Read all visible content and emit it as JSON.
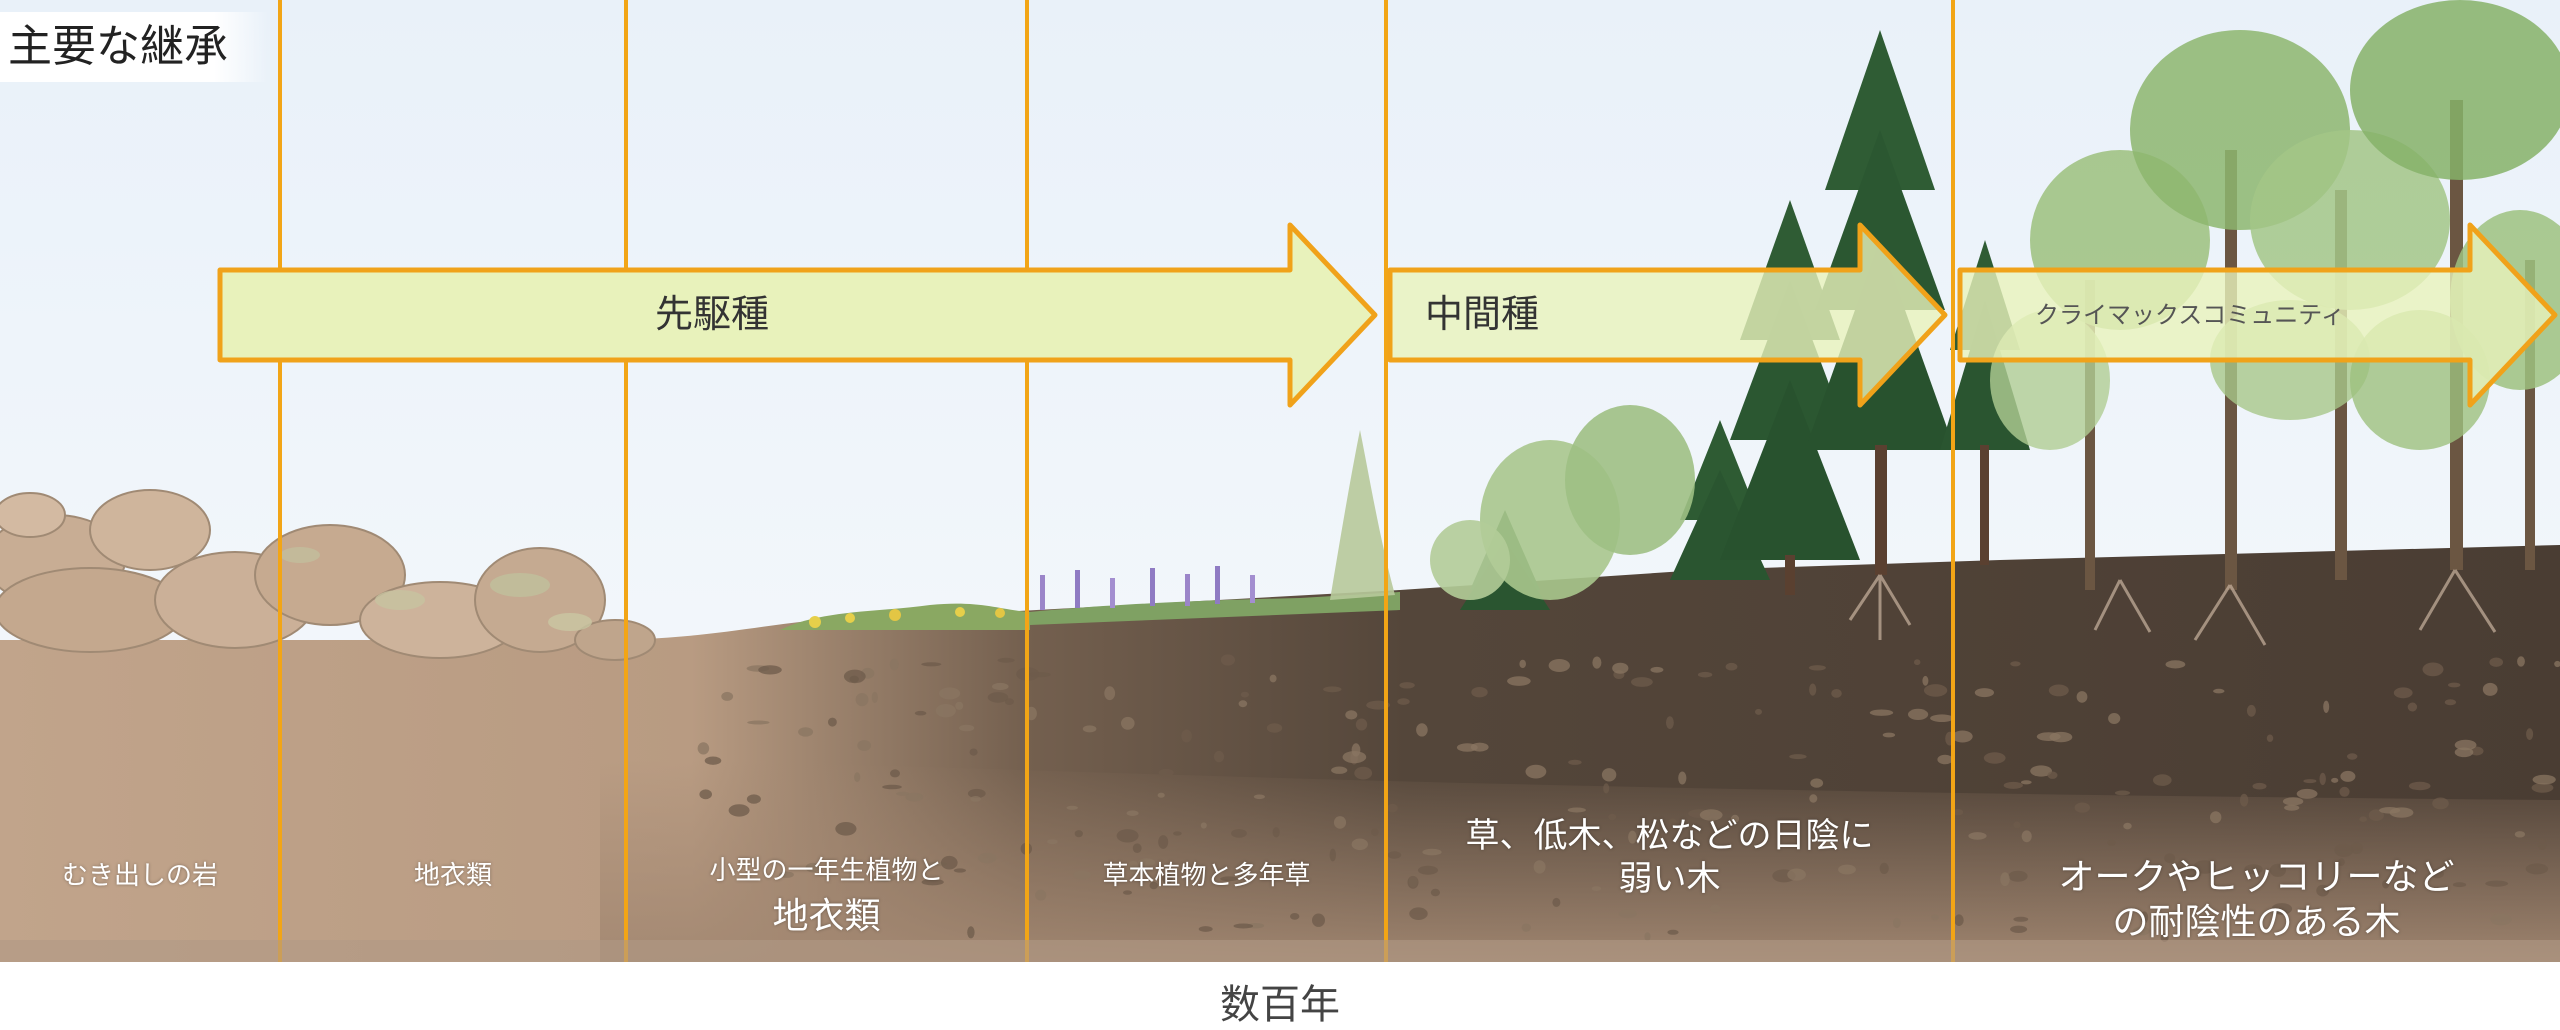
{
  "title": "主要な継承",
  "arrows": [
    {
      "label": "先駆種"
    },
    {
      "label": "中間種"
    },
    {
      "label": "クライマックスコミュニティ"
    }
  ],
  "stages": [
    {
      "line1": "むき出しの岩",
      "line2": ""
    },
    {
      "line1": "地衣類",
      "line2": ""
    },
    {
      "line1": "小型の一年生植物と",
      "line2": "地衣類"
    },
    {
      "line1": "草本植物と多年草",
      "line2": ""
    },
    {
      "line1": "草、低木、松などの日陰に",
      "line2": "弱い木"
    },
    {
      "line1": "オークやヒッコリーなど",
      "line2": "の耐陰性のある木"
    }
  ],
  "timeline": {
    "label": "数百年"
  },
  "colors": {
    "sky": "#eef4fa",
    "divider": "#f2a516",
    "arrow_fill": "#e8f2bb",
    "arrow_stroke": "#f0a21a",
    "rock": "#c9ad93",
    "soil_light": "#b59a82",
    "soil_dark": "#4d4035",
    "conifer": "#2e5a32",
    "deciduous": "#8fb870"
  },
  "icons": [
    "rock-icon",
    "lichen-icon",
    "flower-icon",
    "conifer-tree-icon",
    "deciduous-tree-icon"
  ]
}
